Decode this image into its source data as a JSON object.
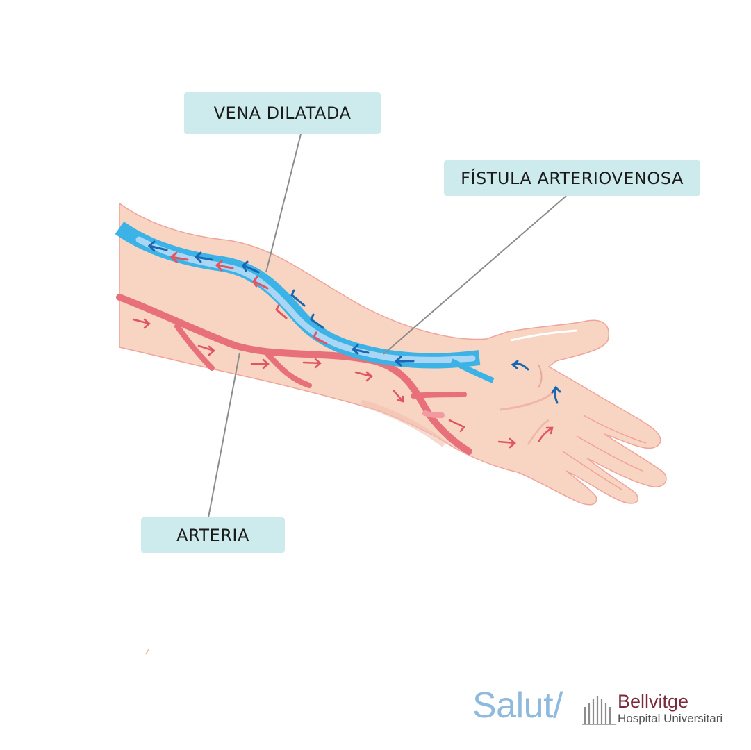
{
  "labels": {
    "vena": "VENA DILATADA",
    "fistula": "FÍSTULA ARTERIOVENOSA",
    "arteria": "ARTERIA"
  },
  "branding": {
    "salut": "Salut/",
    "hospital_name": "Bellvitge",
    "hospital_subtitle": "Hospital Universitari"
  },
  "colors": {
    "skin": "#f8d4c2",
    "skin_outline": "#f0a39a",
    "vein": "#3bb3e6",
    "vein_light": "#a9d6f5",
    "artery": "#e8707a",
    "arrow_blue": "#1a66b0",
    "arrow_red": "#e05560",
    "label_bg": "#cdeaec",
    "leader_line": "#8c8c8c"
  }
}
